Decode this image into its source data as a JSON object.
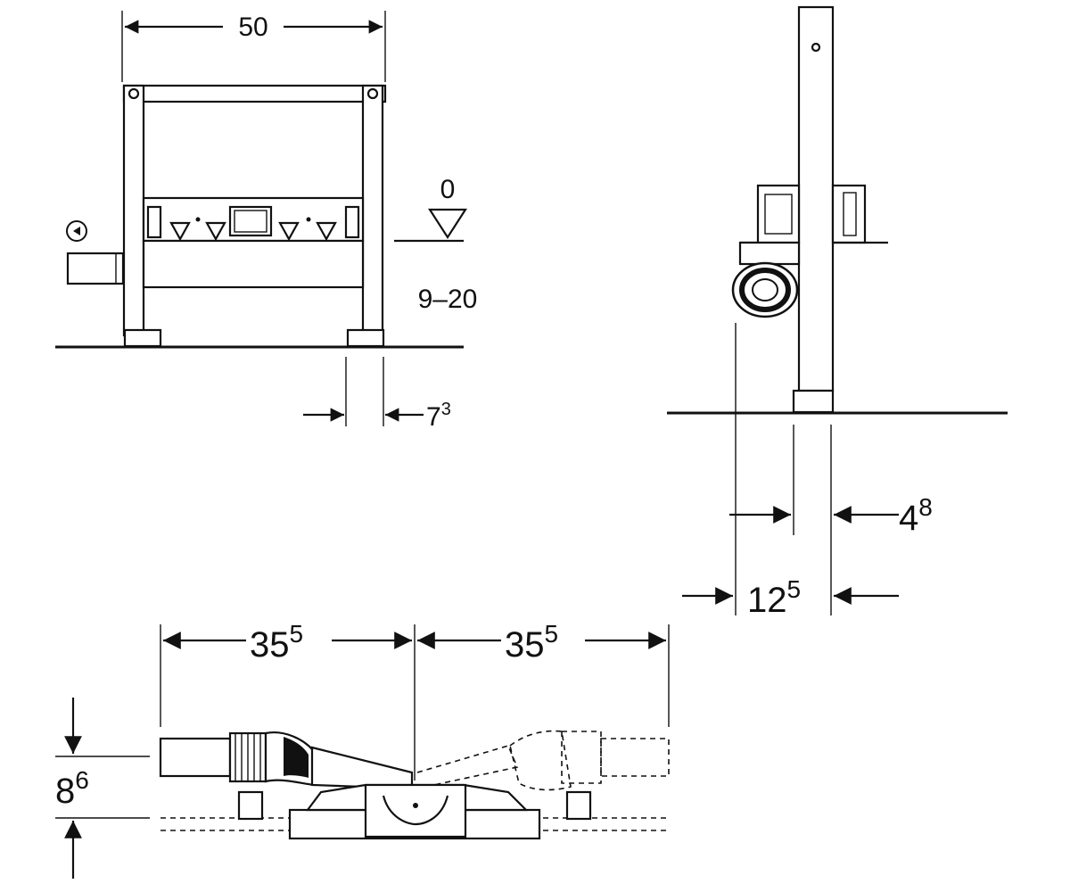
{
  "dimensions": {
    "front_width": "50",
    "front_reference_level": "0",
    "front_height_range": "9–20",
    "front_foot_offset": {
      "base": "7",
      "sup": "3"
    },
    "side_frame_depth": {
      "base": "4",
      "sup": "8"
    },
    "side_total_depth": {
      "base": "12",
      "sup": "5"
    },
    "bottom_left_span": {
      "base": "35",
      "sup": "5"
    },
    "bottom_right_span": {
      "base": "35",
      "sup": "5"
    },
    "bottom_height": {
      "base": "8",
      "sup": "6"
    }
  },
  "icons": {
    "level_marker": "triangle-level-icon",
    "info_marker": "circle-info-icon"
  },
  "colors": {
    "line": "#111111",
    "background": "#ffffff"
  }
}
